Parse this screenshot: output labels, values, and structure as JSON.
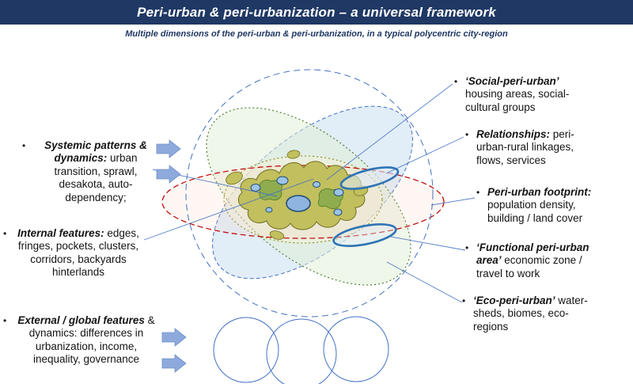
{
  "header": {
    "title": "Peri-urban & peri-urbanization – a universal framework"
  },
  "subtitle": "Multiple dimensions of the peri-urban & peri-urbanization, in a typical polycentric city-region",
  "bullet": "•",
  "left_items": [
    {
      "lead": "Systemic patterns & dynamics:",
      "rest": "urban transition, sprawl, desakota, auto-dependency;"
    },
    {
      "lead": "Internal features:",
      "rest": "edges, fringes, pockets, clusters, corridors, backyards hinterlands"
    },
    {
      "lead": "External / global features",
      "rest": "& dynamics: differences in urbanization, income, inequality, governance"
    }
  ],
  "right_items": [
    {
      "lead": "‘Social-peri-urban’",
      "rest": "housing areas, social-cultural groups"
    },
    {
      "lead": "Relationships:",
      "rest": "peri-urban-rural linkages, flows, services"
    },
    {
      "lead": "Peri-urban footprint:",
      "rest": "population density, building / land cover"
    },
    {
      "lead": "‘Functional peri-urban area’",
      "rest": "economic zone / travel to work"
    },
    {
      "lead": "‘Eco-peri-urban’",
      "rest": "water-sheds, biomes, eco-regions"
    }
  ],
  "colors": {
    "header_bg": "#1F3864",
    "accent_blue": "#4472C4",
    "bold_blue": "#2E74B5",
    "red_dashed": "#C00000",
    "green_dotted": "#538135",
    "olive_blob": "#c2bf5e",
    "arrow_blue": "#8EA9DB"
  }
}
